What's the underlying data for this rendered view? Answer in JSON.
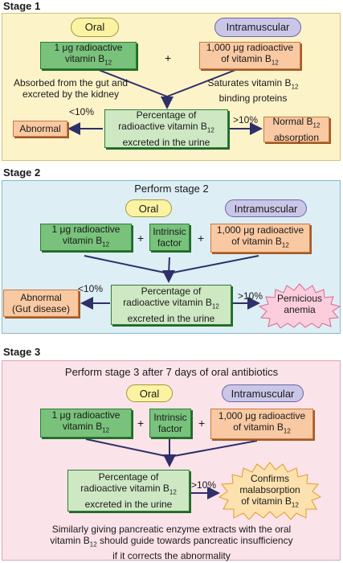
{
  "stage1": {
    "title": "Stage 1",
    "oral": "Oral",
    "im": "Intramuscular",
    "oral_dose": "1 μg radioactive",
    "oral_dose2": "vitamin B",
    "plus": "+",
    "im_dose": "1,000 μg radioactive",
    "im_dose2": "of vitamin B",
    "note_left": "Absorbed from the gut and excreted by the kidney",
    "note_right": "Saturates vitamin B",
    "note_right2": "binding proteins",
    "result1": "Percentage of",
    "result2": "radioactive vitamin B",
    "result3": "excreted in the urine",
    "lt": "<10%",
    "gt": ">10%",
    "abnormal": "Abnormal",
    "normal1": "Normal B",
    "normal2": "absorption"
  },
  "stage2": {
    "title": "Stage 2",
    "perform": "Perform stage 2",
    "oral": "Oral",
    "im": "Intramuscular",
    "oral_dose": "1 μg radioactive",
    "oral_dose2": "vitamin B",
    "plus": "+",
    "if1": "Intrinsic",
    "if2": "factor",
    "im_dose": "1,000 μg radioactive",
    "im_dose2": "of vitamin B",
    "lt": "<10%",
    "gt": ">10%",
    "abnormal1": "Abnormal",
    "abnormal2": "(Gut disease)",
    "result1": "Percentage of",
    "result2": "radioactive vitamin B",
    "result3": "excreted in the urine",
    "pa1": "Pernicious",
    "pa2": "anemia"
  },
  "stage3": {
    "title": "Stage 3",
    "perform": "Perform stage 3 after 7 days of oral antibiotics",
    "oral": "Oral",
    "im": "Intramuscular",
    "oral_dose": "1 μg radioactive",
    "oral_dose2": "vitamin B",
    "plus": "+",
    "if1": "Intrinsic",
    "if2": "factor",
    "im_dose": "1,000 μg radioactive",
    "im_dose2": "of vitamin B",
    "gt": ">10%",
    "result1": "Percentage of",
    "result2": "radioactive vitamin B",
    "result3": "excreted in the urine",
    "confirm1": "Confirms",
    "confirm2": "malabsorption",
    "confirm3": "of vitamin B",
    "footer1": "Similarly giving pancreatic enzyme extracts with the oral",
    "footer2": "vitamin B",
    "footer2b": "should guide towards pancreatic insufficiency",
    "footer3": "if it corrects the abnormality"
  },
  "sub": "12"
}
